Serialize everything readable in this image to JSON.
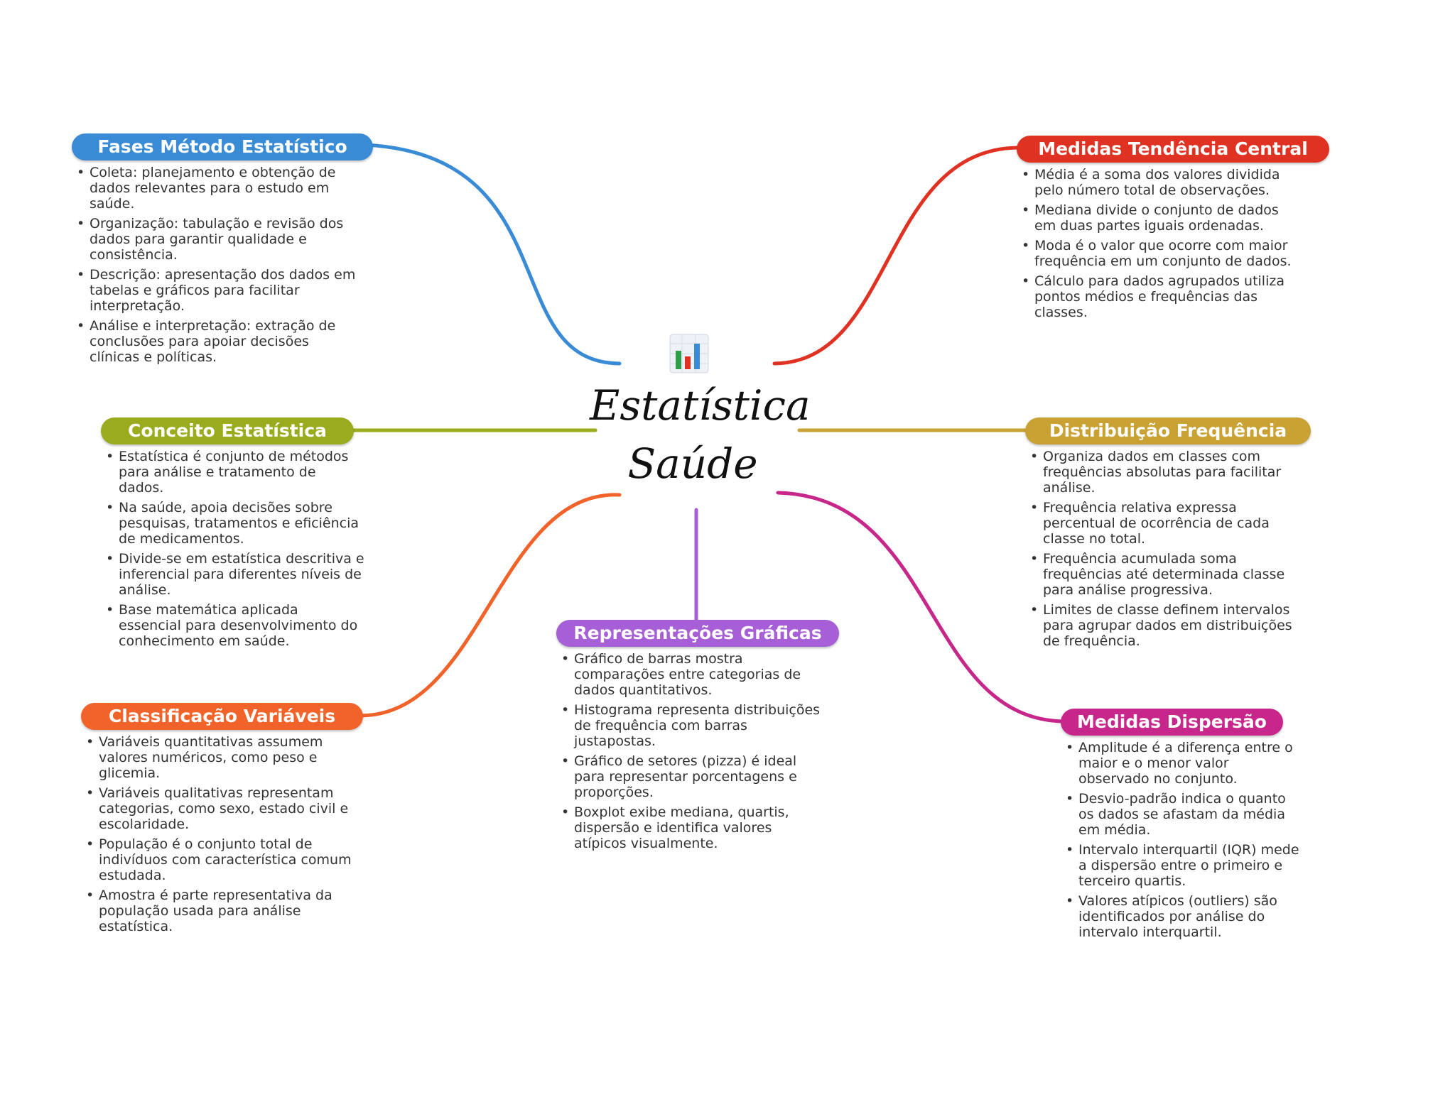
{
  "central": {
    "title_line1": "Estatística",
    "title_line2": "Saúde",
    "icon": "bar-chart-icon"
  },
  "branches": [
    {
      "id": "fases",
      "title": "Fases Método Estatístico",
      "color": "#3a8bd6",
      "items": [
        "Coleta: planejamento e obtenção de dados relevantes para o estudo em saúde.",
        "Organização: tabulação e revisão dos dados para garantir qualidade e consistência.",
        "Descrição: apresentação dos dados em tabelas e gráficos para facilitar interpretação.",
        "Análise e interpretação: extração de conclusões para apoiar decisões clínicas e políticas."
      ]
    },
    {
      "id": "conceito",
      "title": "Conceito Estatística",
      "color": "#9aab1e",
      "items": [
        "Estatística é conjunto de métodos para análise e tratamento de dados.",
        "Na saúde, apoia decisões sobre pesquisas, tratamentos e eficiência de medicamentos.",
        "Divide-se em estatística descritiva e inferencial para diferentes níveis de análise.",
        "Base matemática aplicada essencial para desenvolvimento do conhecimento em saúde."
      ]
    },
    {
      "id": "classificacao",
      "title": "Classificação Variáveis",
      "color": "#f2632a",
      "items": [
        "Variáveis quantitativas assumem valores numéricos, como peso e glicemia.",
        "Variáveis qualitativas representam categorias, como sexo, estado civil e escolaridade.",
        "População é o conjunto total de indivíduos com característica comum estudada.",
        "Amostra é parte representativa da população usada para análise estatística."
      ]
    },
    {
      "id": "representacoes",
      "title": "Representações Gráficas",
      "color": "#a65fd6",
      "items": [
        "Gráfico de barras mostra comparações entre categorias de dados quantitativos.",
        "Histograma representa distribuições de frequência com barras justapostas.",
        "Gráfico de setores (pizza) é ideal para representar porcentagens e proporções.",
        "Boxplot exibe mediana, quartis, dispersão e identifica valores atípicos visualmente."
      ]
    },
    {
      "id": "tendencia",
      "title": "Medidas Tendência Central",
      "color": "#e03222",
      "items": [
        "Média é a soma dos valores dividida pelo número total de observações.",
        "Mediana divide o conjunto de dados em duas partes iguais ordenadas.",
        "Moda é o valor que ocorre com maior frequência em um conjunto de dados.",
        "Cálculo para dados agrupados utiliza pontos médios e frequências das classes."
      ]
    },
    {
      "id": "distribuicao",
      "title": "Distribuição Frequência",
      "color": "#c9a233",
      "items": [
        "Organiza dados em classes com frequências absolutas para facilitar análise.",
        "Frequência relativa expressa percentual de ocorrência de cada classe no total.",
        "Frequência acumulada soma frequências até determinada classe para análise progressiva.",
        "Limites de classe definem intervalos para agrupar dados em distribuições de frequência."
      ]
    },
    {
      "id": "dispersao",
      "title": "Medidas Dispersão",
      "color": "#c7278a",
      "items": [
        "Amplitude é a diferença entre o maior e o menor valor observado no conjunto.",
        "Desvio-padrão indica o quanto os dados se afastam da média em média.",
        "Intervalo interquartil (IQR) mede a dispersão entre o primeiro e terceiro quartis.",
        "Valores atípicos (outliers) são identificados por análise do intervalo interquartil."
      ]
    }
  ]
}
